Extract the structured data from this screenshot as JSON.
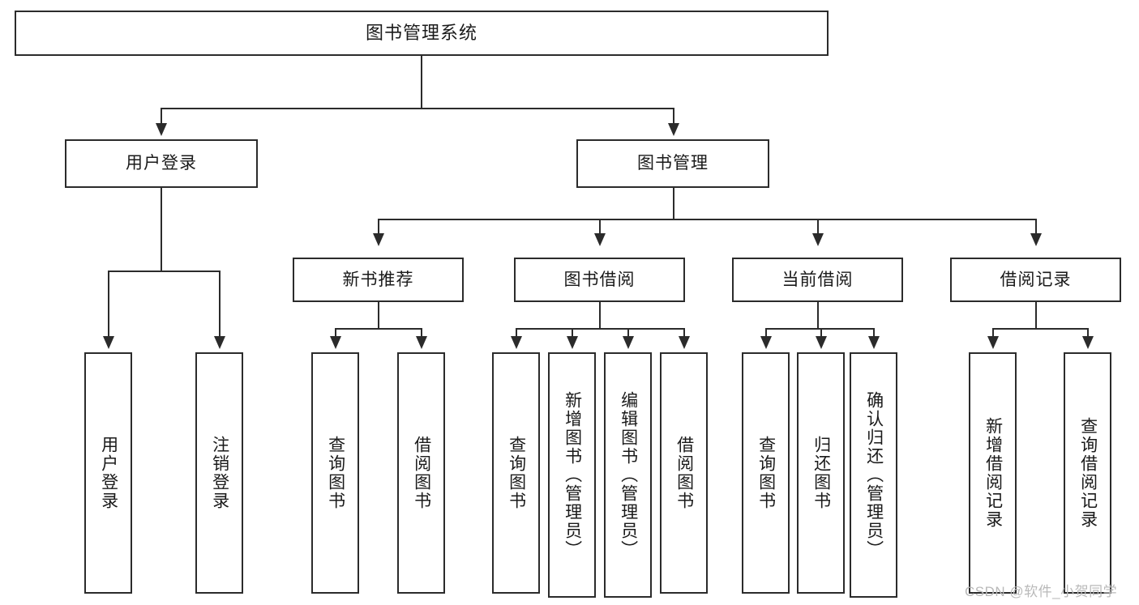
{
  "diagram": {
    "title": "图书管理系统",
    "type": "tree-hierarchy-chart",
    "root": {
      "label": "图书管理系统"
    },
    "level2": [
      {
        "label": "用户登录"
      },
      {
        "label": "图书管理"
      }
    ],
    "level3": [
      {
        "label": "新书推荐"
      },
      {
        "label": "图书借阅"
      },
      {
        "label": "当前借阅"
      },
      {
        "label": "借阅记录"
      }
    ],
    "leaves": {
      "user_login": [
        {
          "label": "用户登录"
        },
        {
          "label": "注销登录"
        }
      ],
      "new_book_recommend": [
        {
          "label": "查询图书"
        },
        {
          "label": "借阅图书"
        }
      ],
      "book_borrow": [
        {
          "label": "查询图书"
        },
        {
          "label": "新增图书（管理员）"
        },
        {
          "label": "编辑图书（管理员）"
        },
        {
          "label": "借阅图书"
        }
      ],
      "current_borrow": [
        {
          "label": "查询图书"
        },
        {
          "label": "归还图书"
        },
        {
          "label": "确认归还（管理员）"
        }
      ],
      "borrow_record": [
        {
          "label": "新增借阅记录"
        },
        {
          "label": "查询借阅记录"
        }
      ]
    },
    "watermark": "CSDN @软件_小贺同学",
    "colors": {
      "stroke": "#2b2b2b",
      "fill": "#ffffff",
      "text": "#1a1a1a",
      "watermark": "#b9b9b9"
    }
  }
}
